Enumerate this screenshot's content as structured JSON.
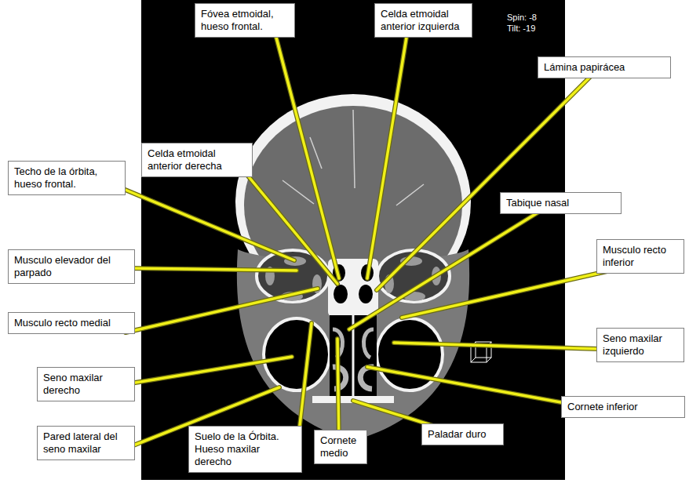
{
  "diagram": {
    "nodes": [
      {
        "text": [
          "Fóvea etmoidal, hueso frontal."
        ]
      },
      {
        "text": [
          "Celda etmoidal anterior izquierda"
        ]
      },
      {
        "text": [
          "Lámina papirácea"
        ]
      },
      {
        "text": [
          "Celda etmoidal anterior derecha"
        ]
      },
      {
        "text": [
          "Techo de la órbita, hueso frontal."
        ]
      },
      {
        "text": [
          "Tabique nasal"
        ]
      },
      {
        "text": [
          "Musculo recto inferior"
        ]
      },
      {
        "text": [
          "Musculo elevador del parpado"
        ]
      },
      {
        "text": [
          "Musculo recto medial"
        ]
      },
      {
        "text": [
          "Seno maxilar izquierdo"
        ]
      },
      {
        "text": [
          "Seno maxilar derecho"
        ]
      },
      {
        "text": [
          "Cornete inferior"
        ]
      },
      {
        "text": [
          "Paladar duro"
        ]
      },
      {
        "text": [
          "Pared lateral del seno maxilar"
        ]
      },
      {
        "text": [
          "Suelo de la Órbita. Hueso maxilar derecho"
        ]
      },
      {
        "text": [
          "Cornete medio"
        ]
      }
    ],
    "labels": [
      "Spin: -8",
      "Tilt: -19"
    ]
  }
}
